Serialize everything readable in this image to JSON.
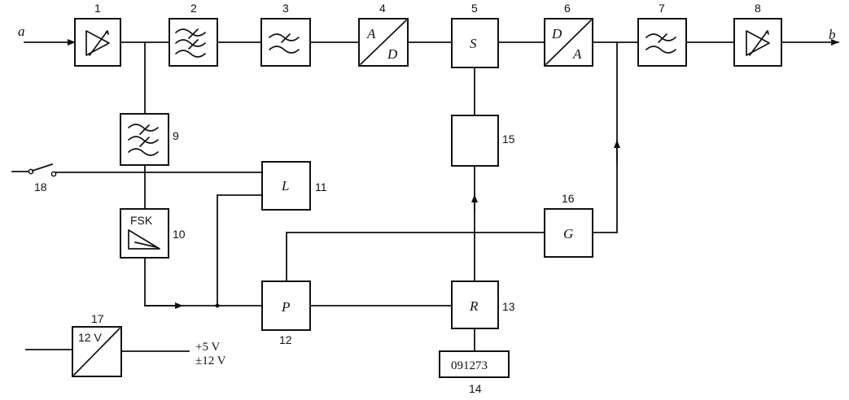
{
  "signals": {
    "input": "a",
    "output": "b"
  },
  "blocks": {
    "b1": {
      "number": "1"
    },
    "b2": {
      "number": "2"
    },
    "b3": {
      "number": "3"
    },
    "b4": {
      "number": "4",
      "top": "A",
      "bottom": "D"
    },
    "b5": {
      "number": "5",
      "label": "S"
    },
    "b6": {
      "number": "6",
      "top": "D",
      "bottom": "A"
    },
    "b7": {
      "number": "7"
    },
    "b8": {
      "number": "8"
    },
    "b9": {
      "number": "9"
    },
    "b10": {
      "number": "10",
      "label": "FSK"
    },
    "b11": {
      "number": "11",
      "label": "L"
    },
    "b12": {
      "number": "12",
      "label": "P"
    },
    "b13": {
      "number": "13",
      "label": "R"
    },
    "b14": {
      "number": "14",
      "label": "091273"
    },
    "b15": {
      "number": "15"
    },
    "b16": {
      "number": "16",
      "label": "G"
    },
    "b17": {
      "number": "17",
      "label": "12 V"
    },
    "b18": {
      "number": "18"
    }
  },
  "supply": {
    "line1": "+5 V",
    "line2": "±12 V"
  }
}
